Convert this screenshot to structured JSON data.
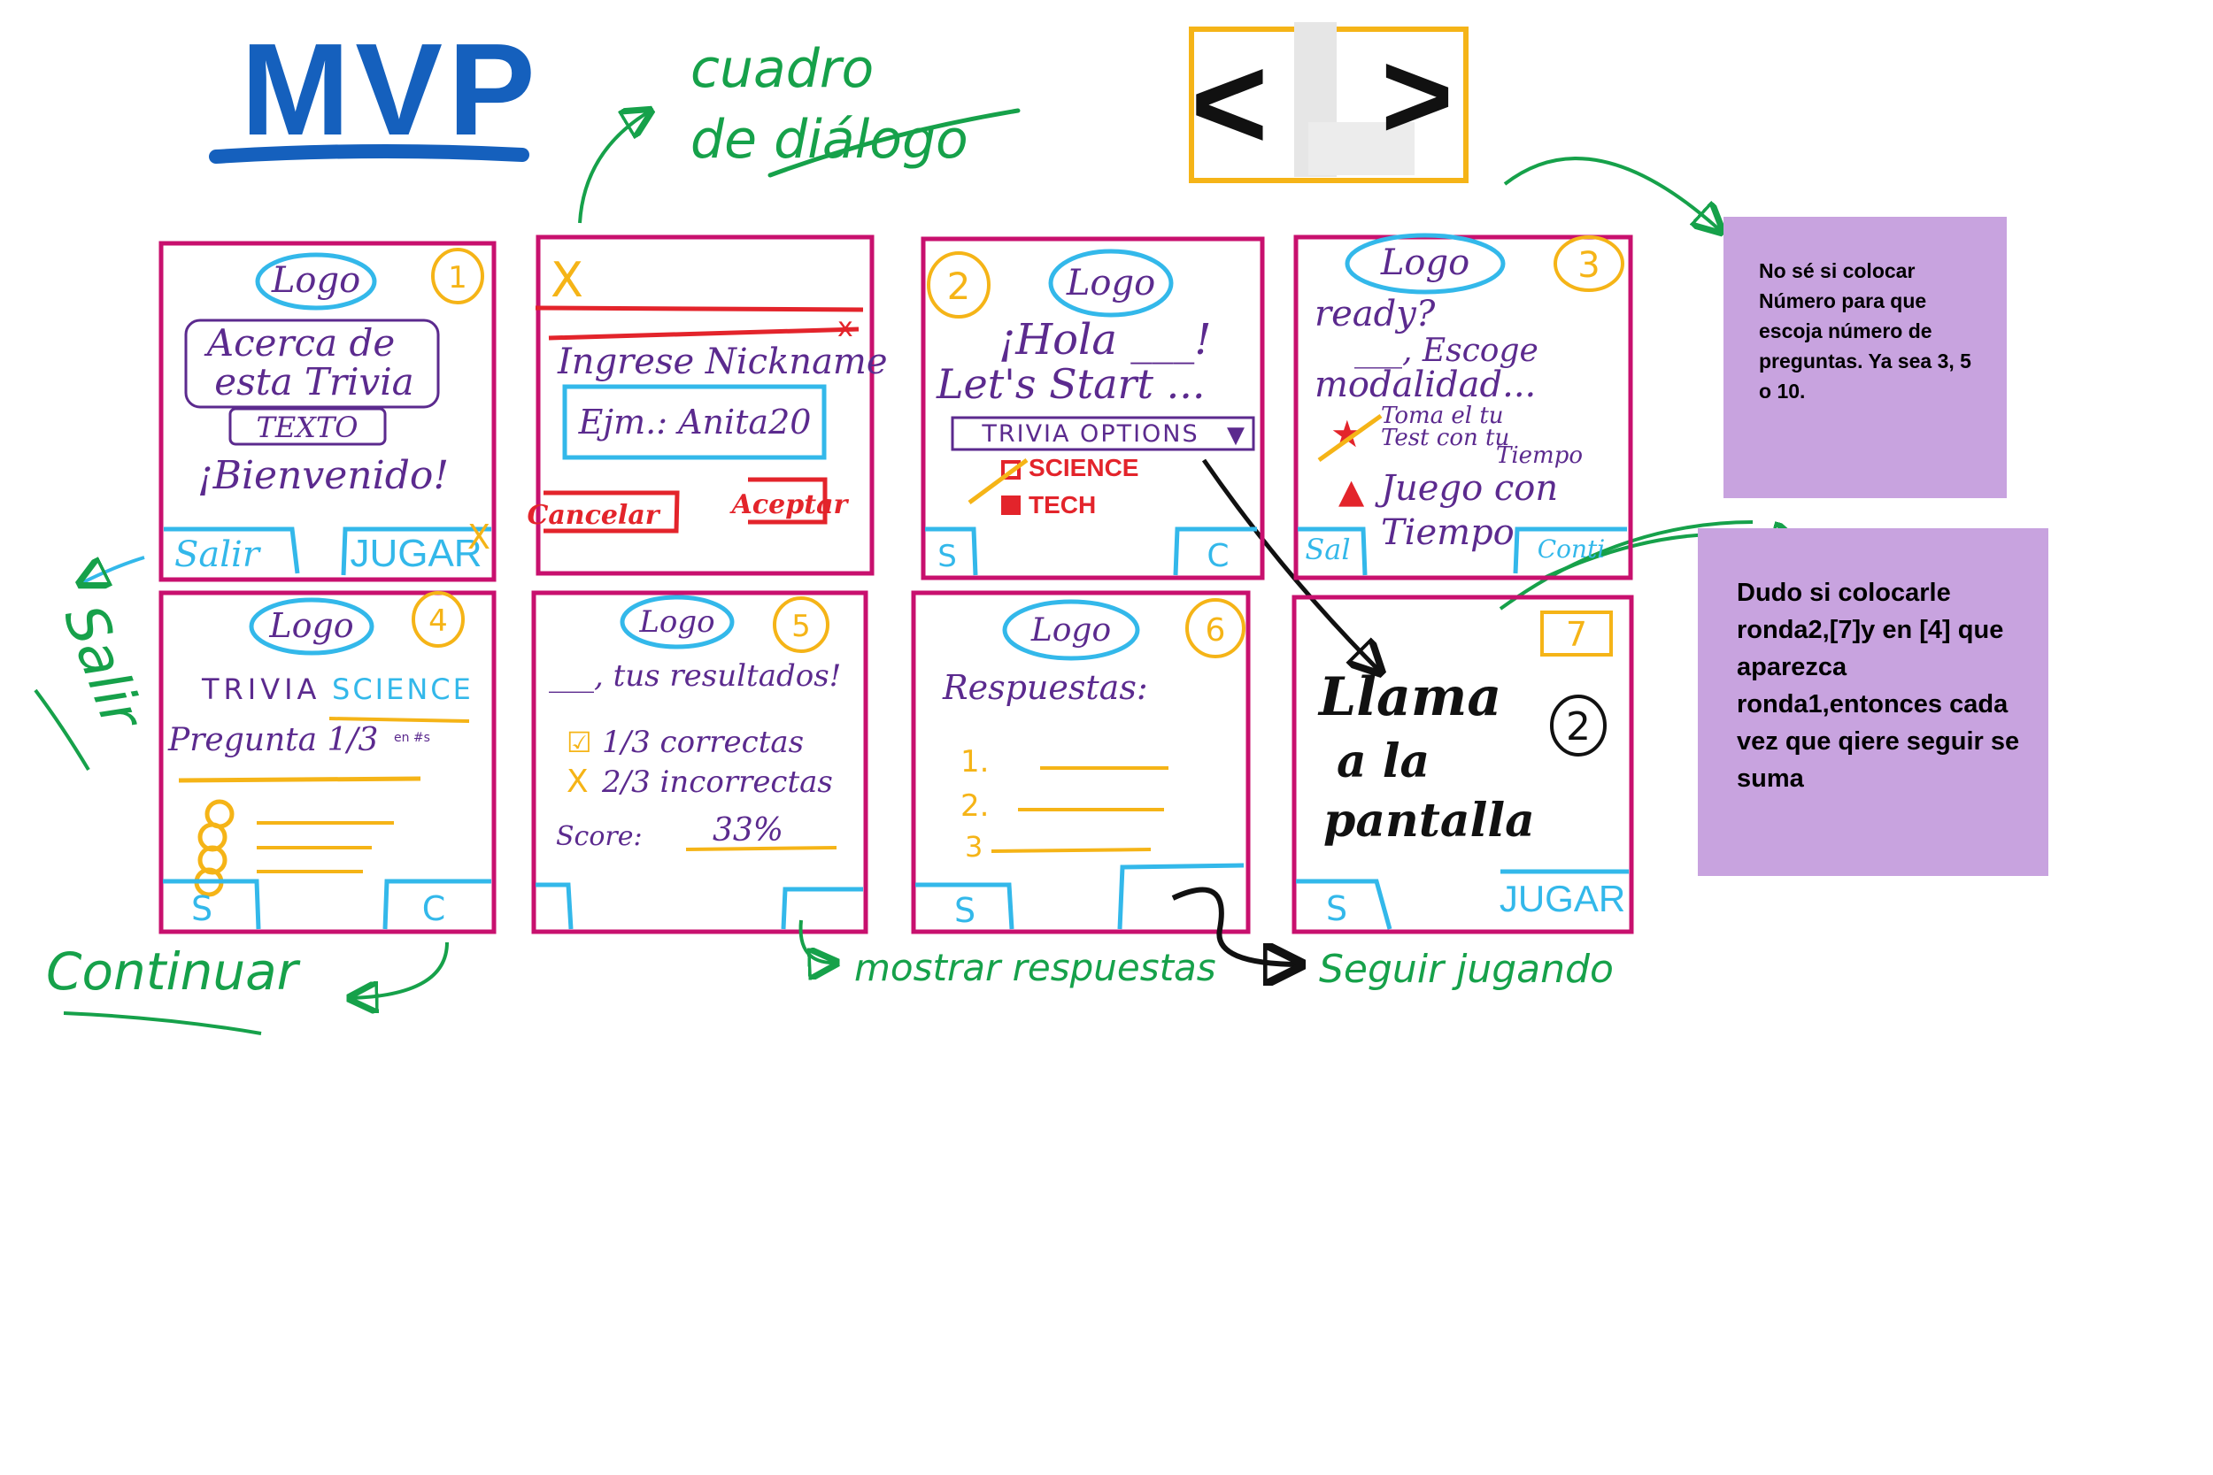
{
  "title": "MVP",
  "annotations": {
    "dialog": [
      "cuadro",
      "de diálogo"
    ],
    "salir": "Salir",
    "continuar": "Continuar",
    "mostrar_respuestas": "mostrar respuestas",
    "seguir_jugando": "Seguir jugando"
  },
  "navigation_widget": {
    "prev": "<",
    "next": ">"
  },
  "screens": {
    "s1": {
      "number": "1",
      "logo": "Logo",
      "about": [
        "Acerca de",
        "esta Trivia"
      ],
      "text_box": "TEXTO",
      "welcome": "¡Bienvenido!",
      "exit_button": "Salir",
      "play_button": "JUGAR",
      "close_mark": "X"
    },
    "s_dialog": {
      "close_mark": "X",
      "close_x": "x",
      "prompt": "Ingrese Nickname",
      "input_example": "Ejm.: Anita20",
      "cancel_button": "Cancelar",
      "accept_button": "Aceptar"
    },
    "s2": {
      "number": "2",
      "logo": "Logo",
      "greeting": "¡Hola ___!",
      "start": "Let's Start ...",
      "dropdown": "TRIVIA OPTIONS",
      "options": [
        "SCIENCE",
        "TECH"
      ],
      "left_button": "S",
      "right_button": "C"
    },
    "s3": {
      "number": "3",
      "logo": "Logo",
      "ready": "ready?",
      "choose": [
        "___, Escoge",
        "modalidad..."
      ],
      "modes": [
        [
          "Toma el tu",
          "Test con tu",
          "Tiempo"
        ],
        [
          "Juego con",
          "Tiempo"
        ]
      ],
      "exit_button": "Sal",
      "continue_button": "Conti"
    },
    "s4": {
      "number": "4",
      "logo": "Logo",
      "trivia_label": "TRIVIA",
      "trivia_topic": "SCIENCE",
      "question": "Pregunta 1/3",
      "question_small": "en #s",
      "left_button": "S",
      "right_button": "C"
    },
    "s5": {
      "number": "5",
      "logo": "Logo",
      "header": "___, tus resultados!",
      "correct": "1/3 correctas",
      "incorrect": "2/3 incorrectas",
      "score_label": "Score:",
      "score_value": "33%",
      "check_mark": "☑",
      "x_mark": "X",
      "left_button": "",
      "right_button": ""
    },
    "s6": {
      "number": "6",
      "logo": "Logo",
      "header": "Respuestas:",
      "answers": [
        "1.",
        "2.",
        "3"
      ],
      "left_button": "S",
      "right_button": ""
    },
    "s7": {
      "number": "7",
      "main_text": [
        "Llama",
        "a la",
        "pantalla"
      ],
      "circle_number": "2",
      "left_button": "S",
      "play_button": "JUGAR"
    }
  },
  "sticky_notes": [
    {
      "text": "No sé si colocar Número para que escoja número de preguntas. Ya sea 3, 5 o 10."
    },
    {
      "text": "Dudo si colocarle ronda2,[7]y en [4] que aparezca ronda1,entonces cada vez que qiere seguir se suma"
    }
  ],
  "colors": {
    "frame": "#c8106e",
    "cyan": "#33b8ea",
    "orange": "#f5b417",
    "purple": "#5b2a8e",
    "green": "#16a14a",
    "red": "#e3242b",
    "title_blue": "#1560bd",
    "sticky": "#c8a3df",
    "black": "#111111"
  }
}
